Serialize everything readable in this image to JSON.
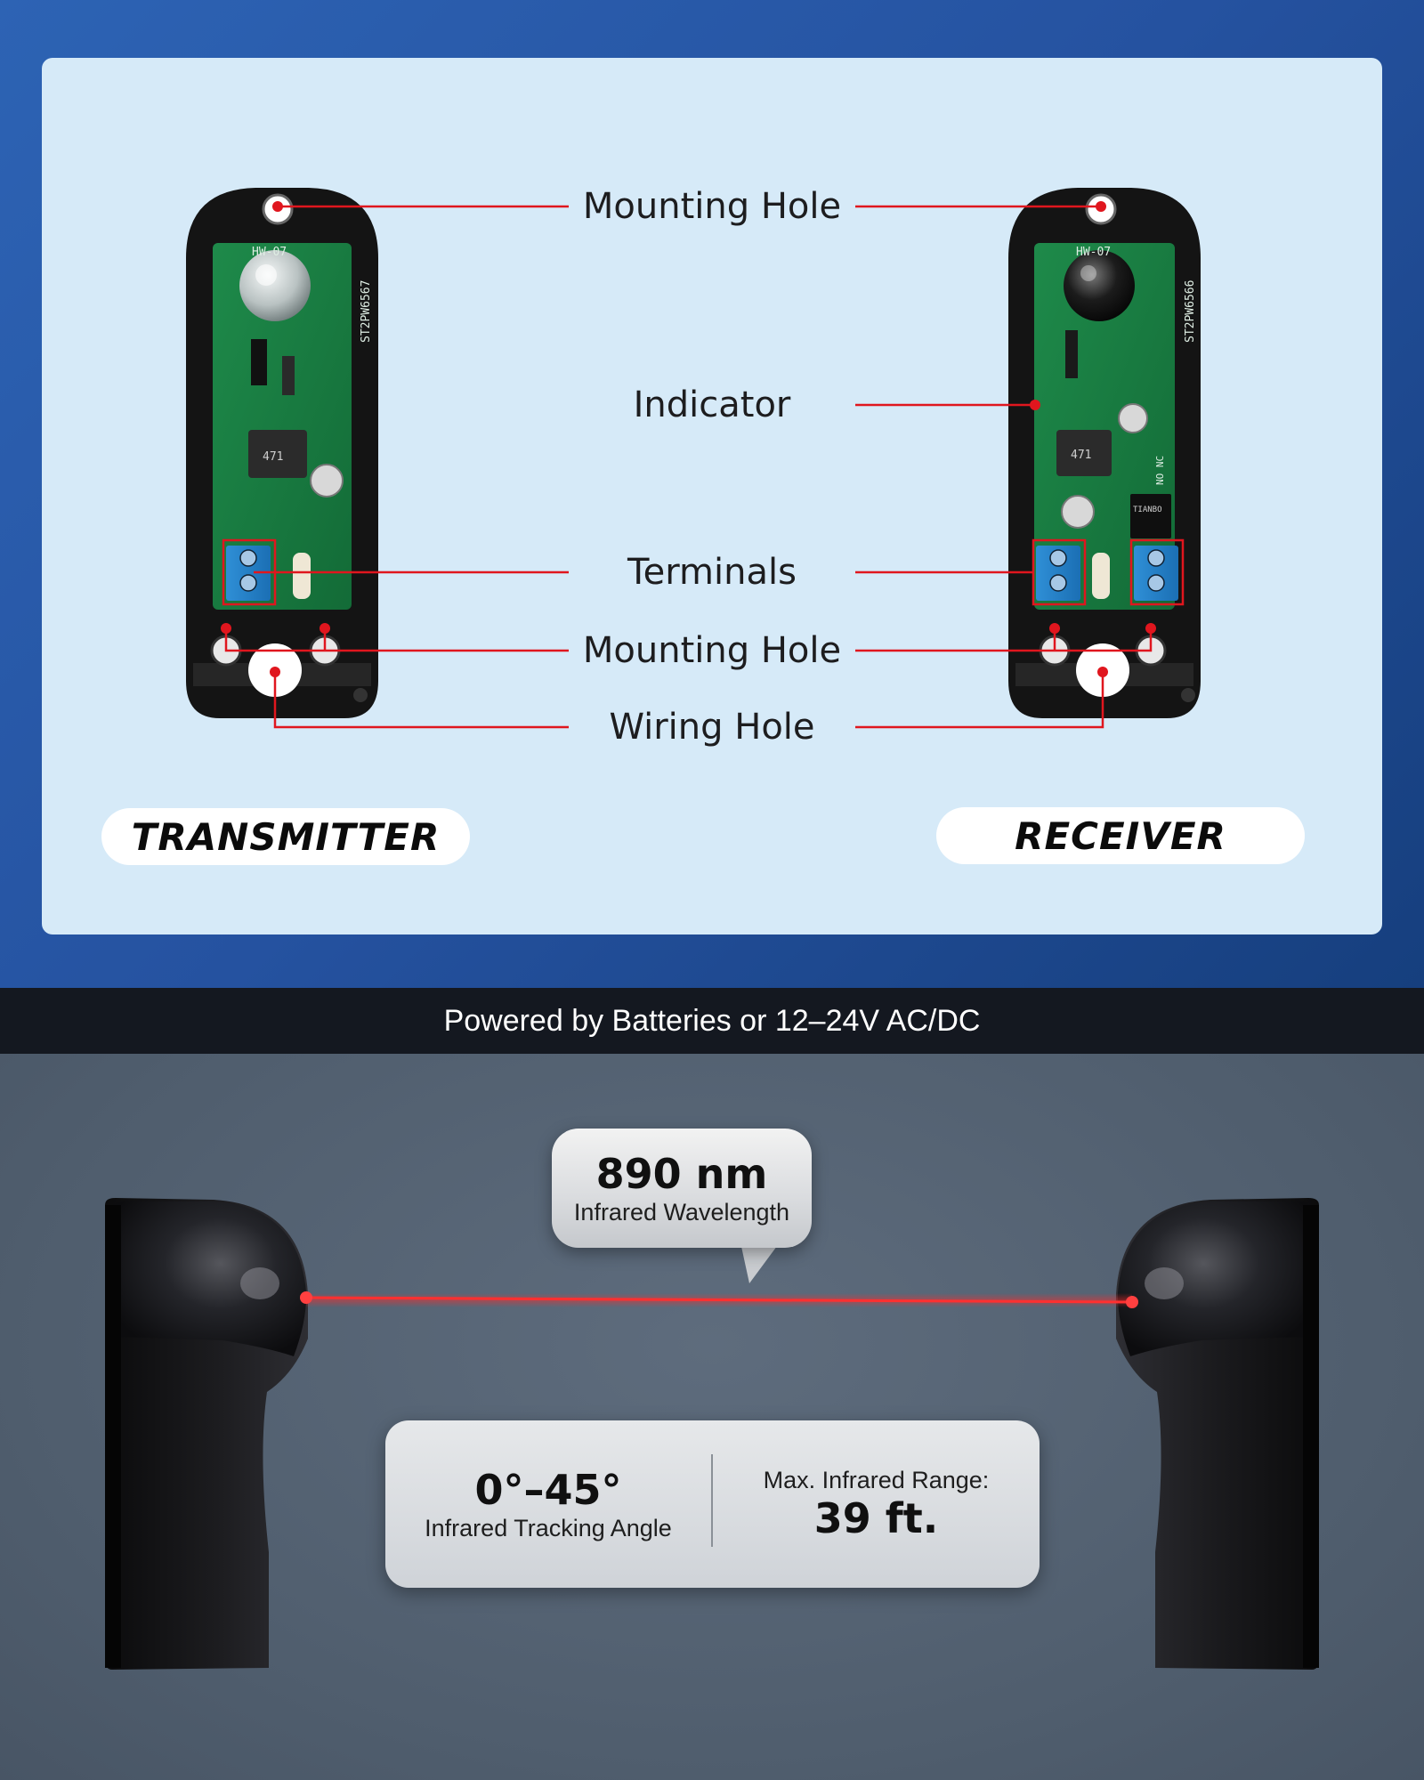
{
  "diagram": {
    "callouts": {
      "mounting_hole_top": "Mounting Hole",
      "indicator": "Indicator",
      "terminals": "Terminals",
      "mounting_hole_bottom": "Mounting Hole",
      "wiring_hole": "Wiring Hole"
    },
    "transmitter": {
      "label": "TRANSMITTER",
      "board_model": "HW-07",
      "board_code": "ST2PW6567",
      "inductor_mark": "471"
    },
    "receiver": {
      "label": "RECEIVER",
      "board_model": "HW-07",
      "board_code": "ST2PW6566",
      "inductor_mark": "471",
      "relay_mark": "TIANBO",
      "jumper_mark": "NO NC"
    },
    "accent_color": "#e0161e",
    "card_color": "#d6eaf8"
  },
  "power_banner": {
    "text": "Powered by Batteries or 12–24V AC/DC"
  },
  "specs": {
    "wavelength": {
      "value": "890 nm",
      "caption": "Infrared Wavelength"
    },
    "tracking_angle": {
      "value": "0°–45°",
      "caption": "Infrared Tracking Angle"
    },
    "range": {
      "caption": "Max. Infrared Range:",
      "value": "39 ft."
    },
    "beam_color": "#ff2a2a"
  }
}
